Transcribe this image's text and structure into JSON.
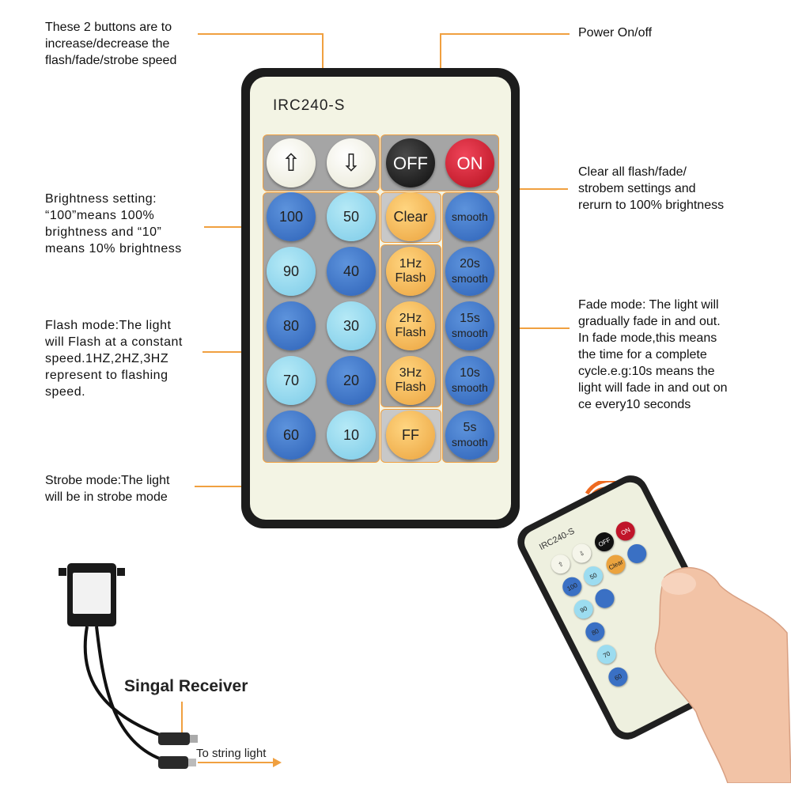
{
  "remote": {
    "model": "IRC240-S",
    "speed_buttons": [
      {
        "icon": "arrow-up-icon",
        "glyph": "⇧"
      },
      {
        "icon": "arrow-down-icon",
        "glyph": "⇩"
      }
    ],
    "power_buttons": [
      "OFF",
      "ON"
    ],
    "brightness_left": [
      "100",
      "90",
      "80",
      "70",
      "60"
    ],
    "brightness_right": [
      "50",
      "40",
      "30",
      "20",
      "10"
    ],
    "clear": "Clear",
    "flash": [
      {
        "line1": "1Hz",
        "line2": "Flash"
      },
      {
        "line1": "2Hz",
        "line2": "Flash"
      },
      {
        "line1": "3Hz",
        "line2": "Flash"
      }
    ],
    "strobe": "FF",
    "smooth": "smooth",
    "fade": [
      {
        "line1": "20s",
        "line2": "smooth"
      },
      {
        "line1": "15s",
        "line2": "smooth"
      },
      {
        "line1": "10s",
        "line2": "smooth"
      },
      {
        "line1": "5s",
        "line2": "smooth"
      }
    ]
  },
  "annotations": {
    "speed": [
      "These 2 buttons are to",
      "increase/decrease the",
      "flash/fade/strobe speed"
    ],
    "power": [
      "Power On/off"
    ],
    "clear": [
      "Clear all flash/fade/",
      "strobem settings and",
      "rerurn to 100% brightness"
    ],
    "brightness": [
      "Brightness setting:",
      "“100”means 100%",
      "brightness and “10”",
      "means 10% brightness"
    ],
    "fade": [
      "Fade mode: The light will",
      "gradually fade in and out.",
      "In fade mode,this means",
      "the time for a complete",
      "cycle.e.g:10s means the",
      "light will fade in and out on",
      "ce every10 seconds"
    ],
    "flash": [
      "Flash mode:The light",
      "will Flash at a constant",
      "speed.1HZ,2HZ,3HZ",
      "represent to flashing",
      "speed."
    ],
    "strobe": [
      "Strobe mode:The light",
      "will be in strobe mode"
    ]
  },
  "receiver": {
    "label": "Singal Receiver",
    "output": "To string light"
  },
  "colors": {
    "accent_line": "#f0a040",
    "dark_blue": "#2d62b8",
    "light_blue": "#7ccbe8",
    "gold": "#eba33e",
    "off_black": "#0c0c0c",
    "on_red": "#b5101e"
  }
}
